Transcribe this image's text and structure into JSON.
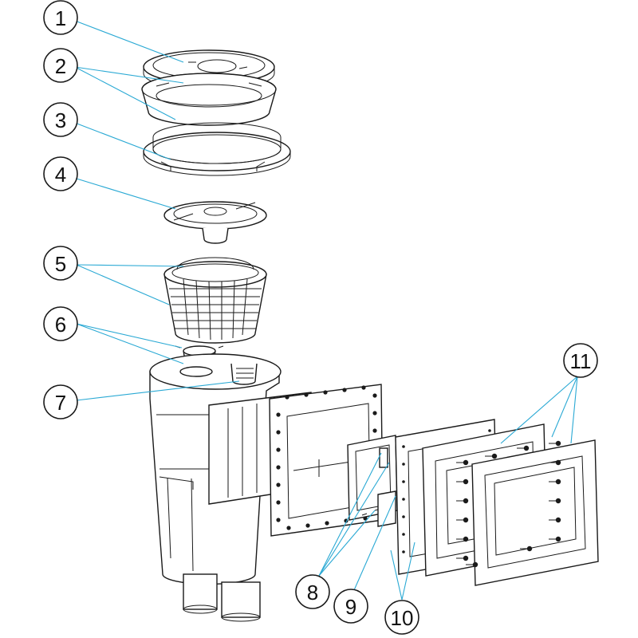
{
  "callouts": [
    {
      "id": "1",
      "label": "1"
    },
    {
      "id": "2",
      "label": "2"
    },
    {
      "id": "3",
      "label": "3"
    },
    {
      "id": "4",
      "label": "4"
    },
    {
      "id": "5",
      "label": "5"
    },
    {
      "id": "6",
      "label": "6"
    },
    {
      "id": "7",
      "label": "7"
    },
    {
      "id": "8",
      "label": "8"
    },
    {
      "id": "9",
      "label": "9"
    },
    {
      "id": "10",
      "label": "10"
    },
    {
      "id": "11",
      "label": "11"
    }
  ],
  "colors": {
    "leader": "#2aa9d4",
    "outline": "#1a1a1a",
    "background": "#ffffff"
  }
}
